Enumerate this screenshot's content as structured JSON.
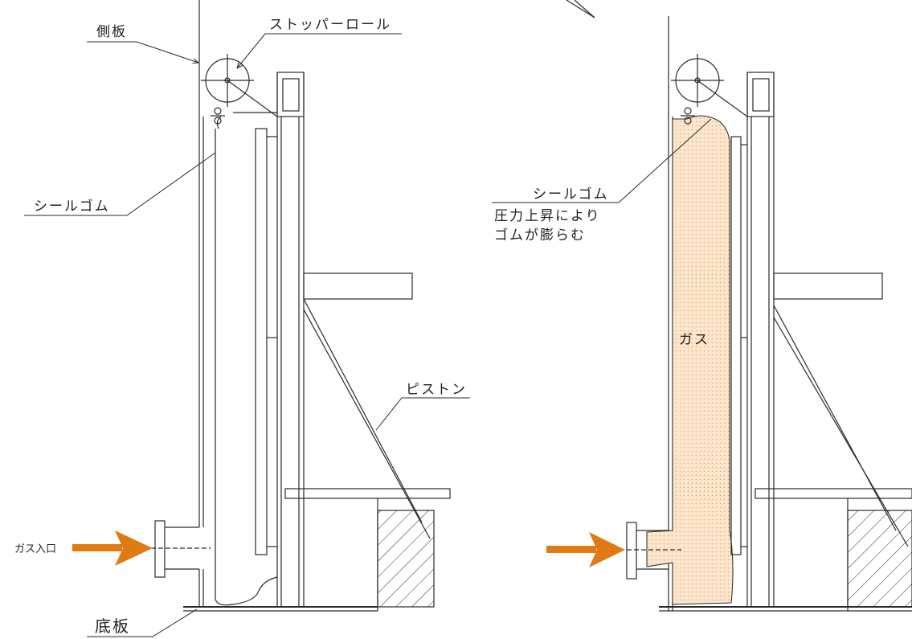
{
  "labels": {
    "side_plate": "側板",
    "stopper_roll": "ストッパーロール",
    "seal_rubber_left": "シールゴム",
    "seal_rubber_right": "シールゴム",
    "rubber_note_line1": "圧力上昇により",
    "rubber_note_line2": "ゴムが膨らむ",
    "gas": "ガス",
    "piston": "ピストン",
    "gas_inlet": "ガス入口",
    "bottom_plate": "底板"
  },
  "colors": {
    "line": "#2a2a2a",
    "arrow": "#e07a12",
    "gas_fill": "#fbe6cf",
    "gas_dots": "#f0a050"
  }
}
